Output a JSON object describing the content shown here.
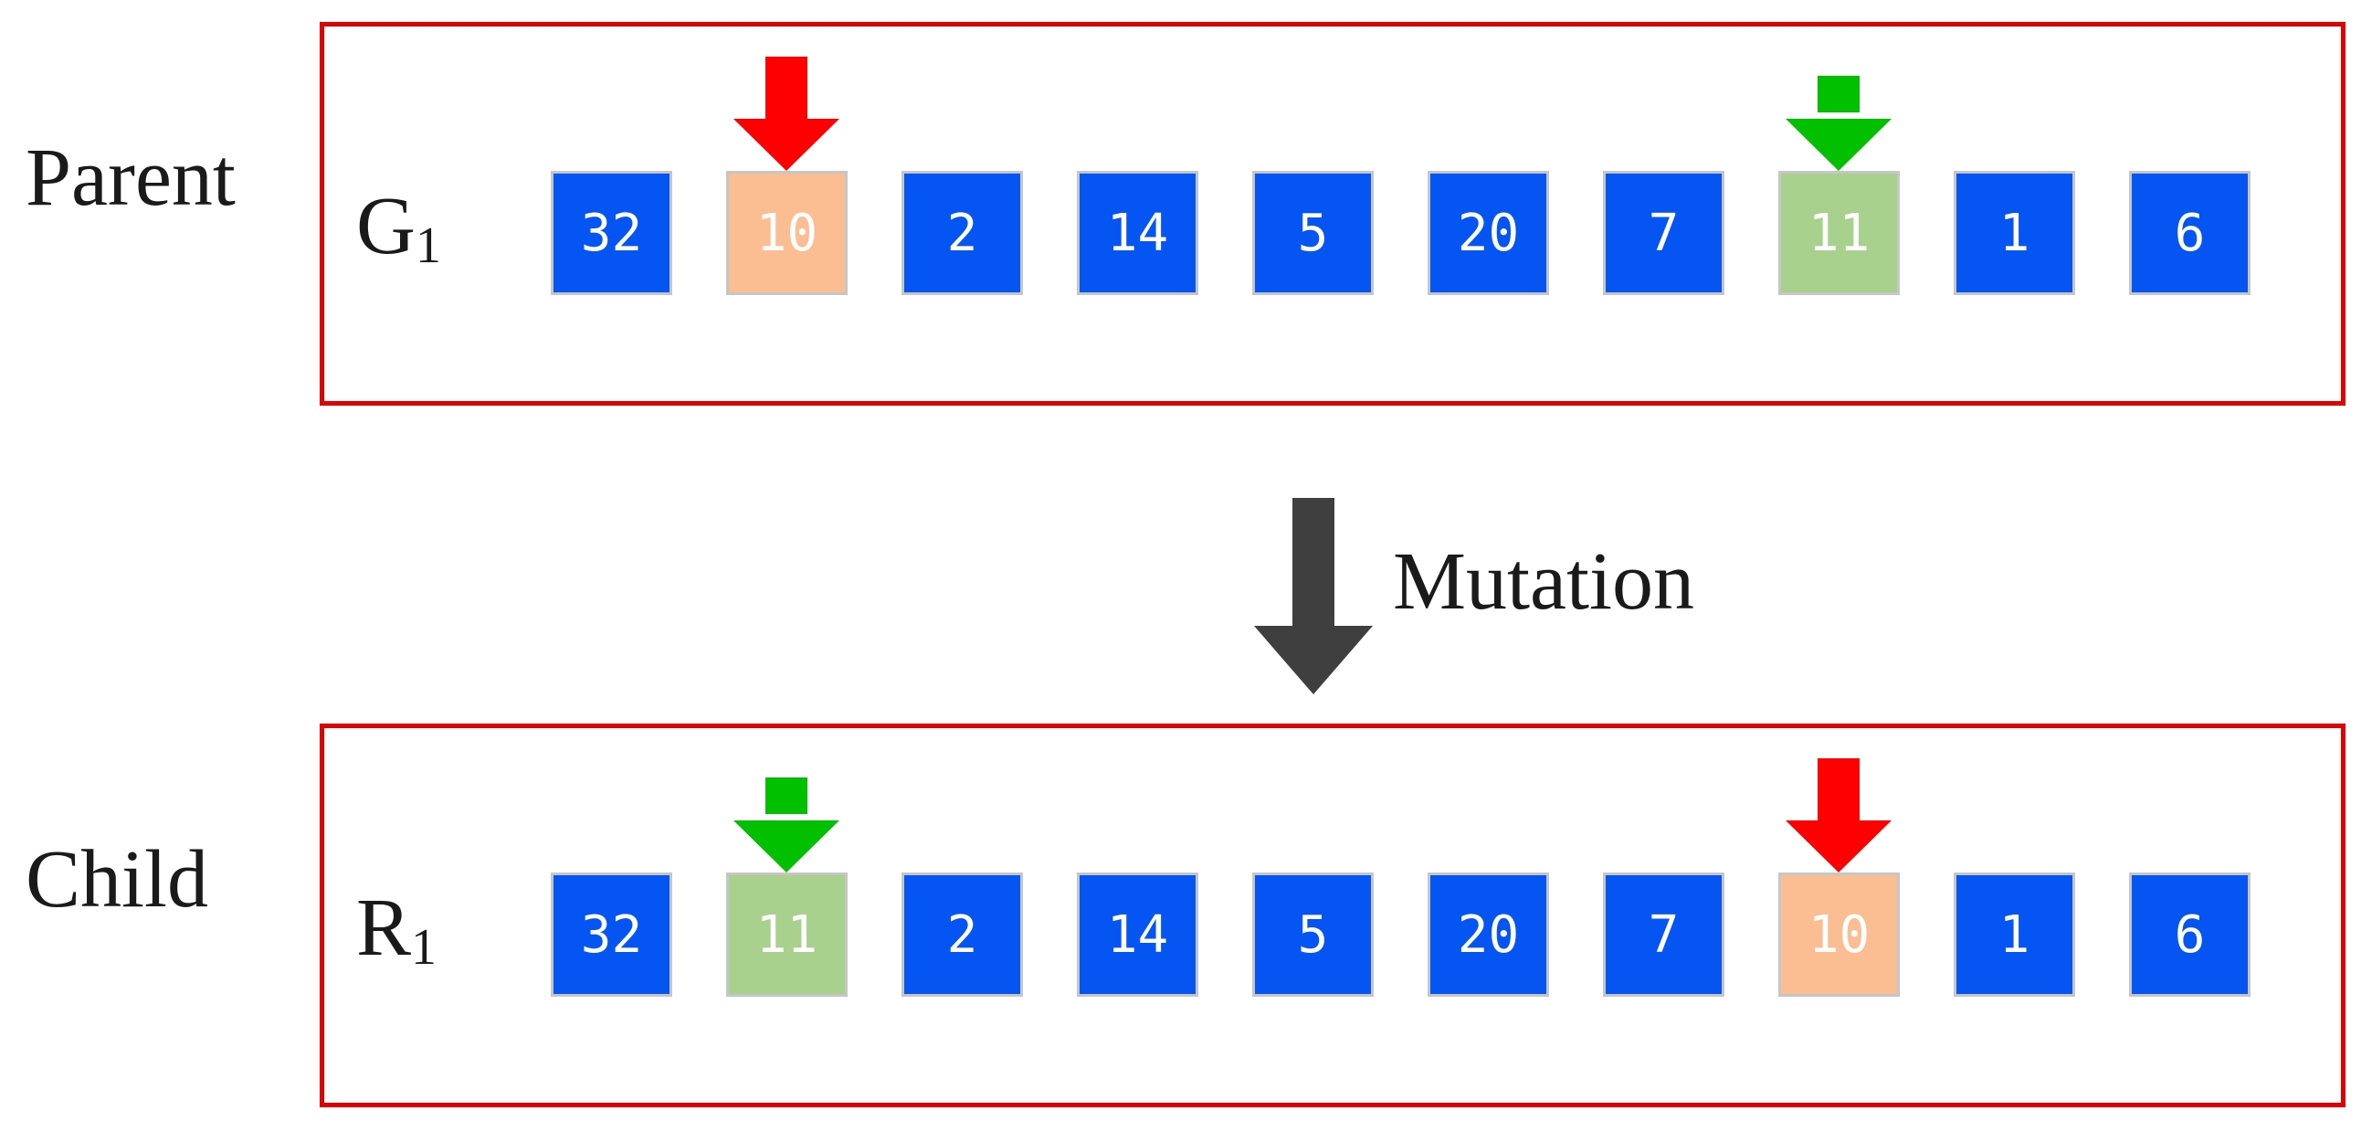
{
  "figure": {
    "description": "Genetic algorithm swap mutation diagram"
  },
  "colors": {
    "gene_blue": "#0455f1",
    "gene_orange": "#fbbe92",
    "gene_green": "#a9d18e",
    "arrow_red": "#ff0000",
    "arrow_green": "#00c000",
    "arrow_dark": "#3f3f3f",
    "box_border_red": "#e00000",
    "gene_border_gray": "#c6c6c6",
    "gene_text": "#ffffff",
    "label_text": "#1a1a1a"
  },
  "operation": {
    "label": "Mutation",
    "arrow_icon": "down-arrow"
  },
  "rows": [
    {
      "id": "parent",
      "caption": "Parent",
      "sequence_letter": "G",
      "sequence_subscript": "1",
      "genes": [
        {
          "value": "32",
          "highlight": "blue",
          "arrow": null
        },
        {
          "value": "10",
          "highlight": "orange",
          "arrow": "red"
        },
        {
          "value": "2",
          "highlight": "blue",
          "arrow": null
        },
        {
          "value": "14",
          "highlight": "blue",
          "arrow": null
        },
        {
          "value": "5",
          "highlight": "blue",
          "arrow": null
        },
        {
          "value": "20",
          "highlight": "blue",
          "arrow": null
        },
        {
          "value": "7",
          "highlight": "blue",
          "arrow": null
        },
        {
          "value": "11",
          "highlight": "green",
          "arrow": "green"
        },
        {
          "value": "1",
          "highlight": "blue",
          "arrow": null
        },
        {
          "value": "6",
          "highlight": "blue",
          "arrow": null
        }
      ]
    },
    {
      "id": "child",
      "caption": "Child",
      "sequence_letter": "R",
      "sequence_subscript": "1",
      "genes": [
        {
          "value": "32",
          "highlight": "blue",
          "arrow": null
        },
        {
          "value": "11",
          "highlight": "green",
          "arrow": "green"
        },
        {
          "value": "2",
          "highlight": "blue",
          "arrow": null
        },
        {
          "value": "14",
          "highlight": "blue",
          "arrow": null
        },
        {
          "value": "5",
          "highlight": "blue",
          "arrow": null
        },
        {
          "value": "20",
          "highlight": "blue",
          "arrow": null
        },
        {
          "value": "7",
          "highlight": "blue",
          "arrow": null
        },
        {
          "value": "10",
          "highlight": "orange",
          "arrow": "red"
        },
        {
          "value": "1",
          "highlight": "blue",
          "arrow": null
        },
        {
          "value": "6",
          "highlight": "blue",
          "arrow": null
        }
      ]
    }
  ]
}
